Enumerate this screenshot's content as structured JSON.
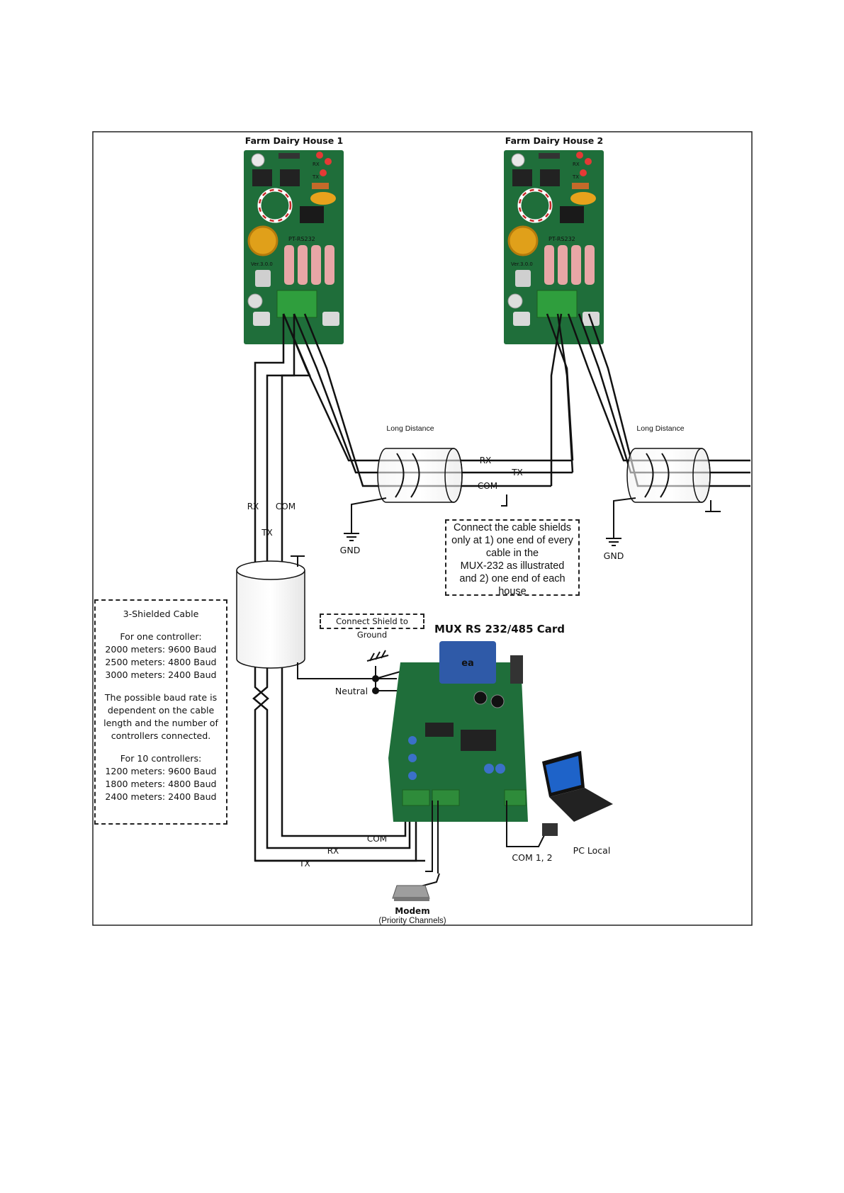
{
  "houses": {
    "house1": "Farm Dairy House 1",
    "house2": "Farm Dairy House 2"
  },
  "board_markings": {
    "rx": "RX",
    "tx": "TX",
    "model": "PT-RS232",
    "version": "Ver.3.0.0"
  },
  "cables": {
    "long_distance": "Long Distance",
    "rx": "RX",
    "tx": "TX",
    "com": "COM",
    "gnd": "GND"
  },
  "shield_note": [
    "Connect the cable shields",
    "only at 1) one end of every",
    "cable in the",
    "MUX-232 as illustrated",
    "and 2) one end of each",
    "house"
  ],
  "ground_note": "Connect Shield to Ground",
  "mux": {
    "title": "MUX RS 232/485 Card",
    "neutral": "Neutral",
    "com_port": "COM 1, 2",
    "pc": "PC Local",
    "modem": "Modem",
    "modem_sub": "(Priority Channels)"
  },
  "baud": {
    "title": "3-Shielded Cable",
    "one_header": "For one controller:",
    "one_rows": [
      "2000 meters: 9600 Baud",
      "2500 meters: 4800 Baud",
      "3000 meters: 2400 Baud"
    ],
    "note": [
      "The possible baud rate is",
      "dependent on the cable",
      "length and the number of",
      "controllers connected."
    ],
    "ten_header": "For 10 controllers:",
    "ten_rows": [
      "1200 meters: 9600 Baud",
      "1800 meters: 4800 Baud",
      "2400 meters: 2400 Baud"
    ]
  },
  "colors": {
    "pcb": "#1f6e3a",
    "terminal": "#2e8b3a",
    "transformer": "#2f5aa8",
    "wire": "#111111"
  }
}
